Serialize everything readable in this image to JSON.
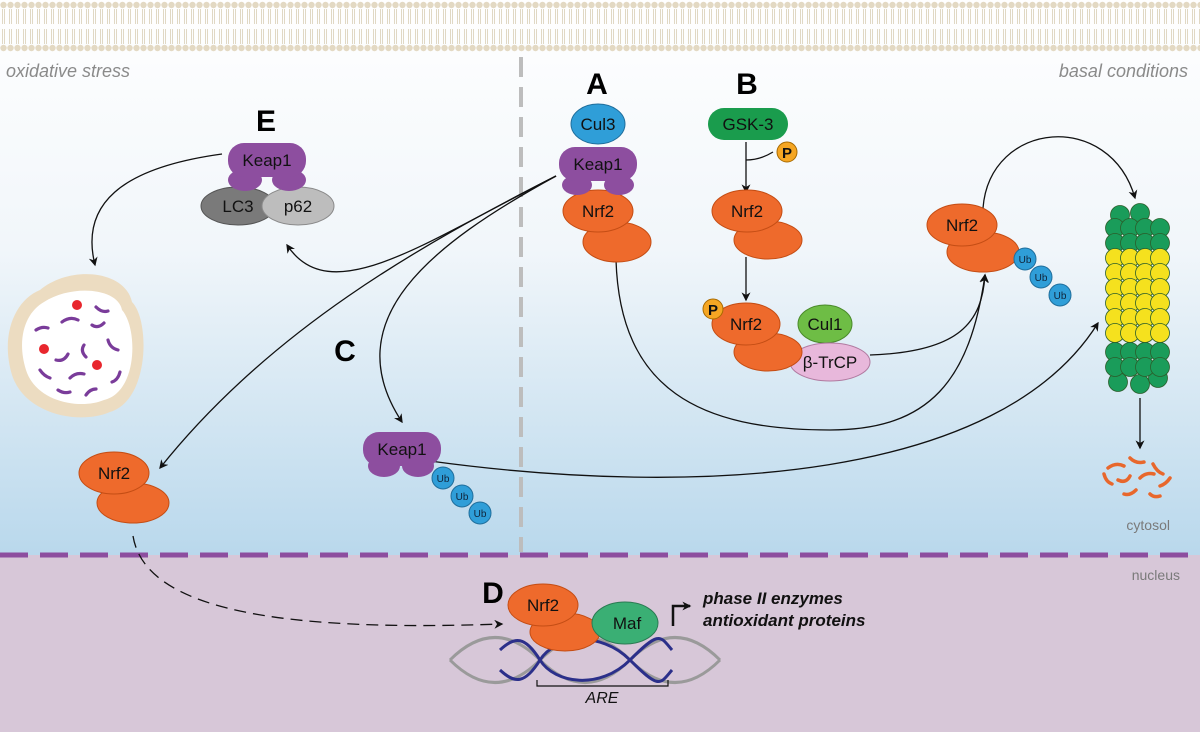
{
  "regions": {
    "left": "oxidative stress",
    "right": "basal conditions",
    "cytosol": "cytosol",
    "nucleus": "nucleus"
  },
  "panels": {
    "a": "A",
    "b": "B",
    "c": "C",
    "d": "D",
    "e": "E"
  },
  "proteins": {
    "nrf2": "Nrf2",
    "keap1": "Keap1",
    "cul3": "Cul3",
    "cul1": "Cul1",
    "gsk3": "GSK-3",
    "btrcp": "β-TrCP",
    "lc3": "LC3",
    "p62": "p62",
    "maf": "Maf",
    "ub": "Ub",
    "p": "P"
  },
  "outputs": {
    "line1": "phase II enzymes",
    "line2": "antioxidant proteins",
    "are": "ARE"
  },
  "colors": {
    "nrf2": "#ee6a2c",
    "keap1": "#8d4e9f",
    "cul3": "#2f9ed8",
    "cul1": "#6ebd45",
    "gsk3": "#1a9c4d",
    "btrcp": "#e8b8db",
    "lc3": "#7a7a7a",
    "p62": "#bdbdbd",
    "maf": "#3aaf74",
    "ub": "#2f9ed8",
    "phospho": "#f5a623",
    "proteasome_outer": "#1a9c5a",
    "proteasome_inner": "#f5e11e",
    "nucleus_bg": "#d7c7d8",
    "membrane_dash": "#8d4e9f"
  }
}
